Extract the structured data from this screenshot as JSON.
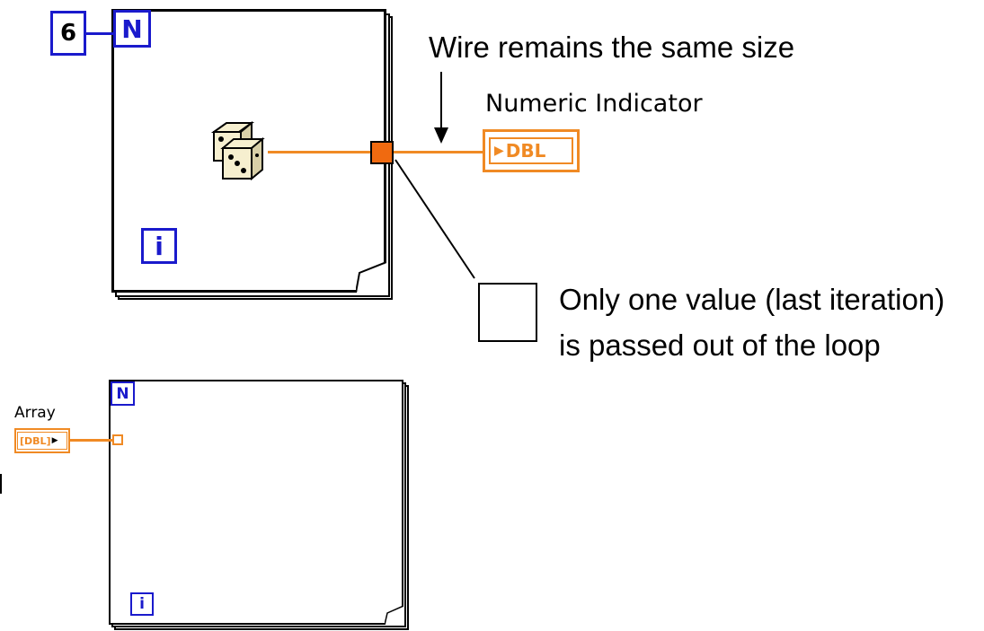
{
  "top_loop": {
    "count_constant": "6",
    "count_terminal": "N",
    "iteration_terminal": "i",
    "indicator_label": "Numeric Indicator",
    "indicator_type": "DBL"
  },
  "annotations": {
    "wire_note": "Wire remains the same size",
    "tunnel_note_line1": "Only one value (last iteration)",
    "tunnel_note_line2": "is passed out of the loop"
  },
  "bottom_loop": {
    "count_terminal": "N",
    "iteration_terminal": "i",
    "array_label": "Array",
    "array_type": "[DBL]"
  },
  "colors": {
    "loop_terminal": "#1a1acc",
    "wire_orange": "#f08a24",
    "tunnel_fill": "#f06a10"
  },
  "icons": {
    "dice": "random-number-icon"
  }
}
